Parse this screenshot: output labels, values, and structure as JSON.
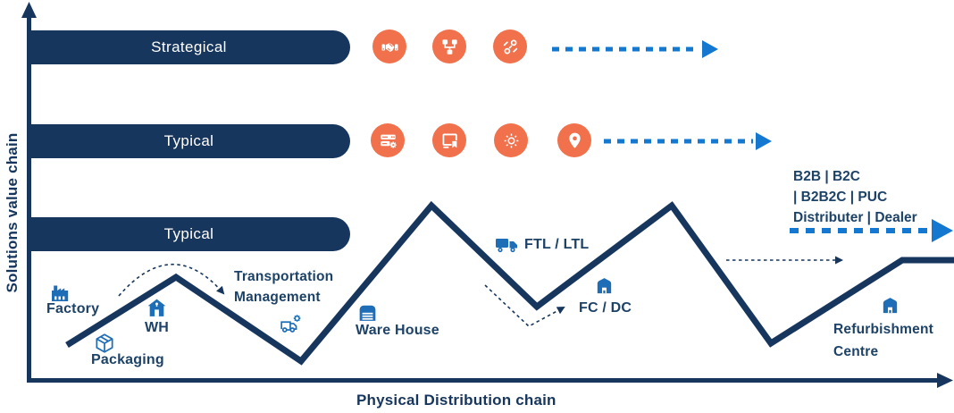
{
  "y_axis_label": "Solutions value chain",
  "x_axis_label": "Physical Distribution chain",
  "colors": {
    "navy": "#17365D",
    "label_navy": "#1D4268",
    "icon_blue": "#1E6DB7",
    "orange": "#F0714B",
    "arrow_blue": "#1478D1"
  },
  "rows": [
    {
      "label": "Strategical",
      "icons": [
        "handshake-icon",
        "sitemap-icon",
        "route-icon"
      ]
    },
    {
      "label": "Typical",
      "icons": [
        "server-gear-icon",
        "screen-bookmark-icon",
        "sun-icon",
        "location-pin-icon"
      ]
    },
    {
      "label": "Typical",
      "icons": []
    }
  ],
  "nodes": [
    {
      "id": "factory",
      "label": "Factory",
      "icon": "factory-icon"
    },
    {
      "id": "packaging",
      "label": "Packaging",
      "icon": "package-box-icon"
    },
    {
      "id": "wh",
      "label": "WH",
      "icon": "warehouse-house-icon"
    },
    {
      "id": "transportation",
      "label": "Transportation Management",
      "icon": "truck-gear-icon"
    },
    {
      "id": "warehouse",
      "label": "Ware House",
      "icon": "garage-door-icon"
    },
    {
      "id": "ftl-ltl",
      "label": "FTL / LTL",
      "icon": "delivery-truck-icon"
    },
    {
      "id": "fc-dc",
      "label": "FC / DC",
      "icon": "warehouse-barn-icon"
    },
    {
      "id": "refurbishment",
      "label": "Refurbishment Centre",
      "icon": "warehouse-barn-icon"
    }
  ],
  "channels": {
    "lines": [
      "B2B | B2C",
      "| B2B2C | PUC",
      "Distributer | Dealer"
    ]
  }
}
